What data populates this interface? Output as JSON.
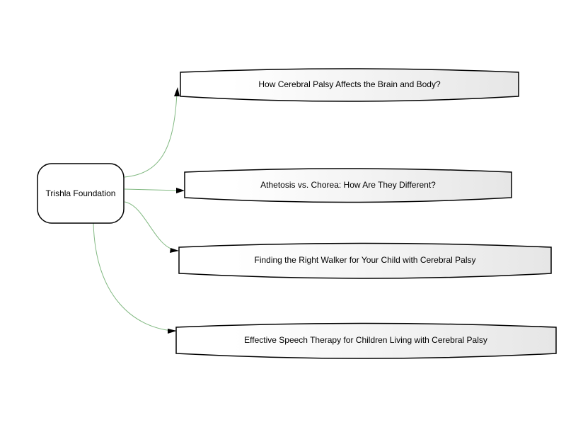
{
  "diagram": {
    "root": {
      "label": "Trishla Foundation"
    },
    "children": [
      {
        "label": "How Cerebral Palsy Affects the Brain and Body?"
      },
      {
        "label": "Athetosis vs. Chorea: How Are They Different?"
      },
      {
        "label": "Finding the Right Walker for Your Child with Cerebral Palsy"
      },
      {
        "label": "Effective Speech Therapy for Children Living with Cerebral Palsy"
      }
    ],
    "colors": {
      "edge": "#82b982",
      "node_stroke": "#000000",
      "node_fill_start": "#ffffff",
      "node_fill_end": "#e6e6e6",
      "text": "#000000"
    }
  }
}
